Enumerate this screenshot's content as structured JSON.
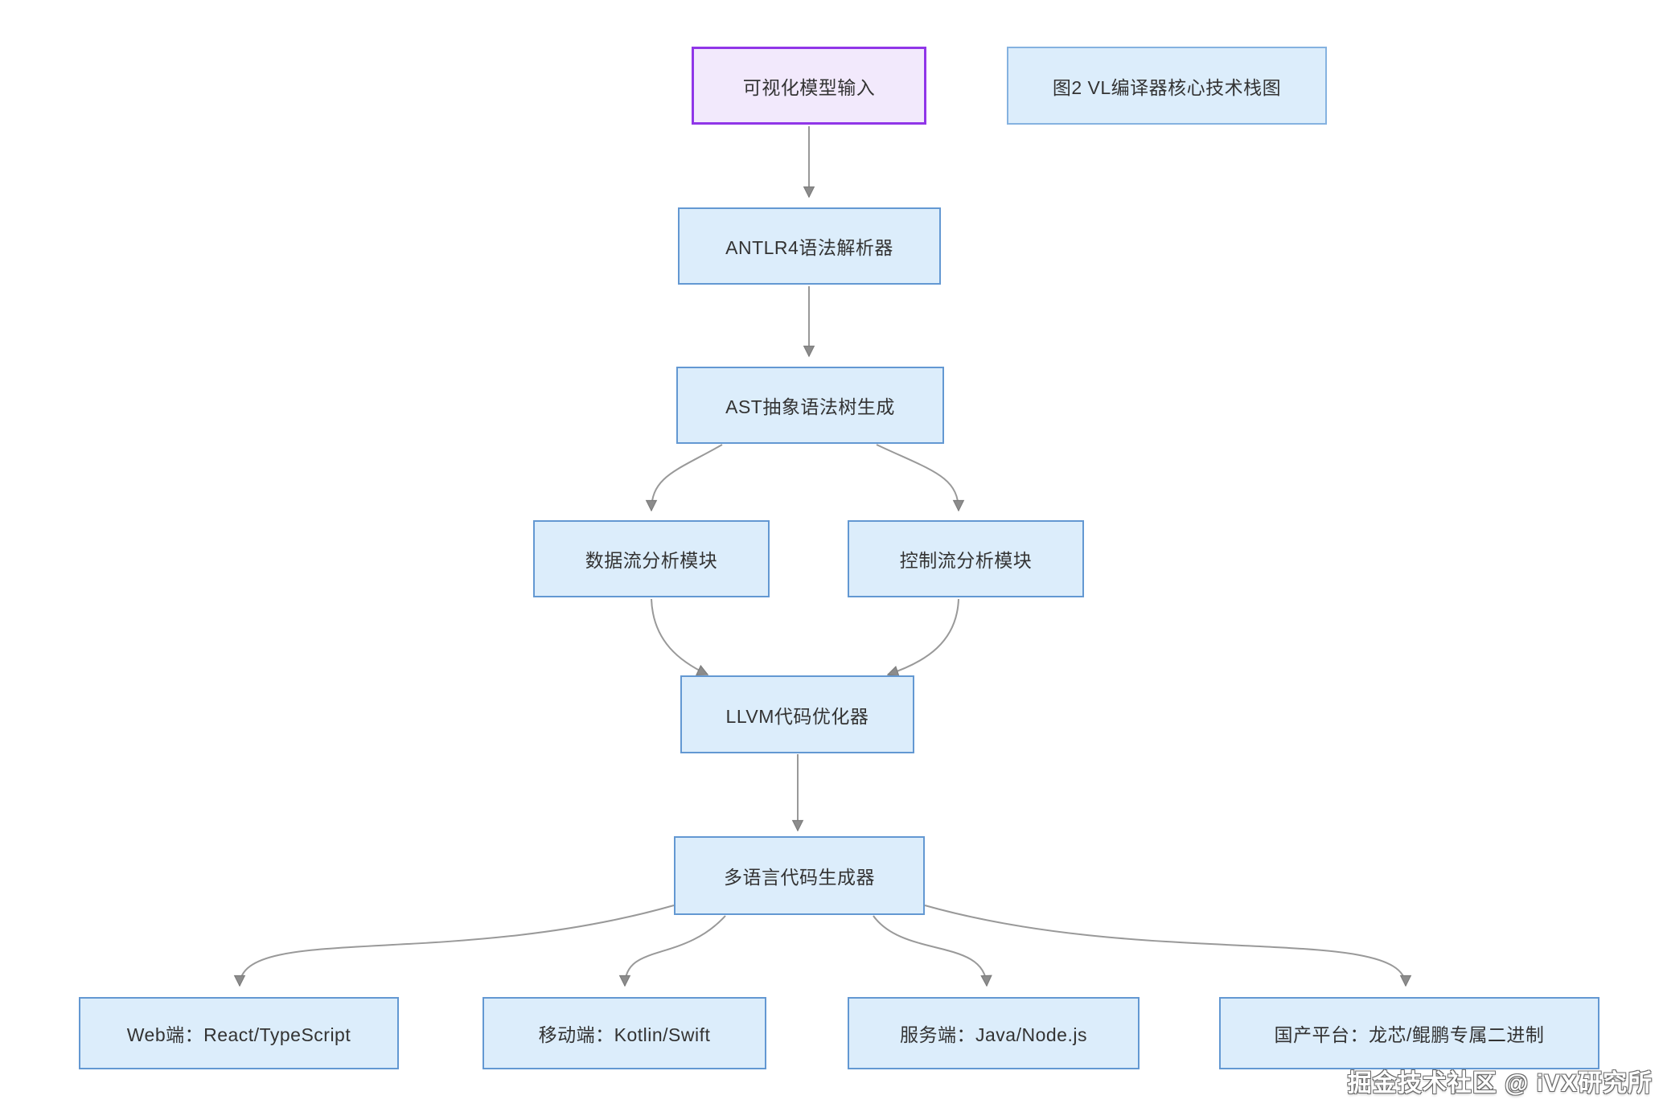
{
  "diagram": {
    "caption": "图2 VL编译器核心技术栈图",
    "watermark": "掘金技术社区 @ iVX研究所",
    "nodes": {
      "input": {
        "label": "可视化模型输入"
      },
      "antlr": {
        "label": "ANTLR4语法解析器"
      },
      "ast": {
        "label": "AST抽象语法树生成"
      },
      "dataflow": {
        "label": "数据流分析模块"
      },
      "ctrlflow": {
        "label": "控制流分析模块"
      },
      "llvm": {
        "label": "LLVM代码优化器"
      },
      "codegen": {
        "label": "多语言代码生成器"
      },
      "web": {
        "label": "Web端：React/TypeScript"
      },
      "mobile": {
        "label": "移动端：Kotlin/Swift"
      },
      "server": {
        "label": "服务端：Java/Node.js"
      },
      "domestic": {
        "label": "国产平台：龙芯/鲲鹏专属二进制"
      }
    },
    "edges": [
      {
        "from": "input",
        "to": "antlr"
      },
      {
        "from": "antlr",
        "to": "ast"
      },
      {
        "from": "ast",
        "to": "dataflow"
      },
      {
        "from": "ast",
        "to": "ctrlflow"
      },
      {
        "from": "dataflow",
        "to": "llvm"
      },
      {
        "from": "ctrlflow",
        "to": "llvm"
      },
      {
        "from": "llvm",
        "to": "codegen"
      },
      {
        "from": "codegen",
        "to": "web"
      },
      {
        "from": "codegen",
        "to": "mobile"
      },
      {
        "from": "codegen",
        "to": "server"
      },
      {
        "from": "codegen",
        "to": "domestic"
      }
    ],
    "colors": {
      "node_fill": "#dcedfb",
      "node_border": "#6398d2",
      "caption_border": "#85b2e0",
      "input_fill": "#f2e9fc",
      "input_border": "#9036e8",
      "edge": "#999999",
      "arrowhead": "#8c8c8c",
      "text": "#333333",
      "bg": "#ffffff"
    }
  }
}
